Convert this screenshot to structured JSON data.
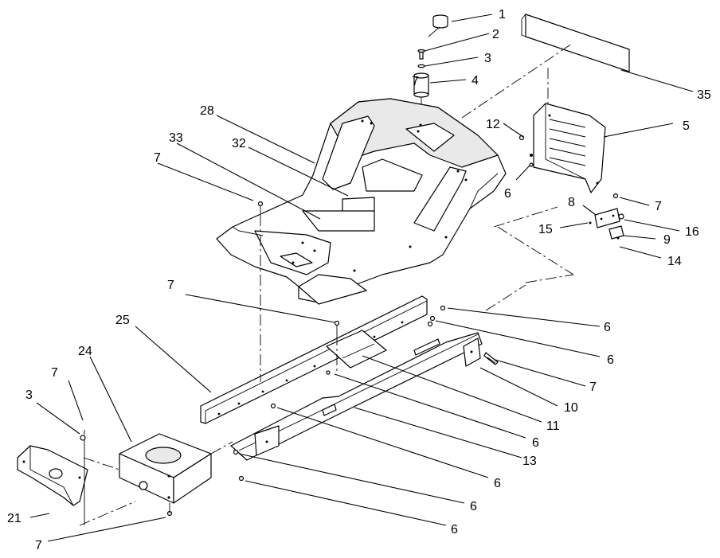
{
  "callouts": [
    {
      "key": "c1",
      "label": "1"
    },
    {
      "key": "c2",
      "label": "2"
    },
    {
      "key": "c3a",
      "label": "3"
    },
    {
      "key": "c4",
      "label": "4"
    },
    {
      "key": "c7a",
      "label": "7"
    },
    {
      "key": "c35",
      "label": "35"
    },
    {
      "key": "c28",
      "label": "28"
    },
    {
      "key": "c33",
      "label": "33"
    },
    {
      "key": "c32",
      "label": "32"
    },
    {
      "key": "c7b",
      "label": "7"
    },
    {
      "key": "c12",
      "label": "12"
    },
    {
      "key": "c5",
      "label": "5"
    },
    {
      "key": "c6a",
      "label": "6"
    },
    {
      "key": "c7c",
      "label": "7"
    },
    {
      "key": "c8",
      "label": "8"
    },
    {
      "key": "c16",
      "label": "16"
    },
    {
      "key": "c15",
      "label": "15"
    },
    {
      "key": "c9",
      "label": "9"
    },
    {
      "key": "c14",
      "label": "14"
    },
    {
      "key": "c7d",
      "label": "7"
    },
    {
      "key": "c6b",
      "label": "6"
    },
    {
      "key": "c25",
      "label": "25"
    },
    {
      "key": "c6c",
      "label": "6"
    },
    {
      "key": "c24",
      "label": "24"
    },
    {
      "key": "c7e",
      "label": "7"
    },
    {
      "key": "c10",
      "label": "10"
    },
    {
      "key": "c11",
      "label": "11"
    },
    {
      "key": "c3b",
      "label": "3"
    },
    {
      "key": "c7f",
      "label": "7"
    },
    {
      "key": "c6d",
      "label": "6"
    },
    {
      "key": "c13",
      "label": "13"
    },
    {
      "key": "c6e",
      "label": "6"
    },
    {
      "key": "c21",
      "label": "21"
    },
    {
      "key": "c6f",
      "label": "6"
    },
    {
      "key": "c6g",
      "label": "6"
    },
    {
      "key": "c7g",
      "label": "7"
    }
  ]
}
